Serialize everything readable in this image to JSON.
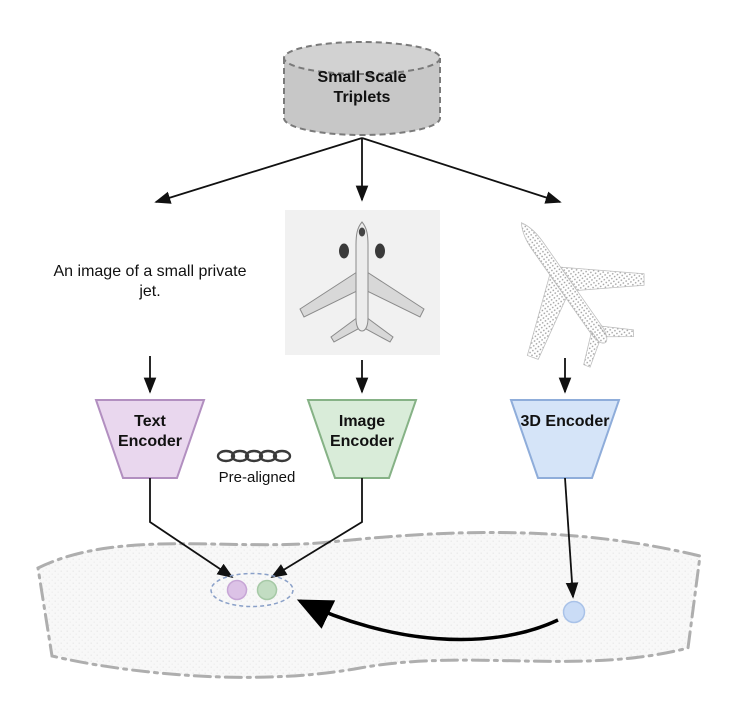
{
  "diagram": {
    "database": {
      "label": "Small Scale Triplets",
      "fill": "#c7c7c7",
      "top_fill": "#d2d2d2",
      "stroke": "#7a7a7a"
    },
    "text_sample": {
      "caption": "An image of a small private jet."
    },
    "image_sample": {
      "name": "airplane-top-view-render"
    },
    "pointcloud_sample": {
      "name": "airplane-point-cloud"
    },
    "encoders": [
      {
        "id": "text",
        "label": "Text Encoder",
        "fill": "#e9d7ee",
        "stroke": "#b28fc0"
      },
      {
        "id": "image",
        "label": "Image Encoder",
        "fill": "#d9ecd9",
        "stroke": "#86b286"
      },
      {
        "id": "3d",
        "label": "3D Encoder",
        "fill": "#d5e4f8",
        "stroke": "#8fadda"
      }
    ],
    "prealigned_label": "Pre-aligned",
    "dots": {
      "text": {
        "fill": "#dcc2e6",
        "stroke": "#c7a6d6"
      },
      "image": {
        "fill": "#c2ddc2",
        "stroke": "#a6c9a6"
      },
      "threed": {
        "fill": "#cadcf6",
        "stroke": "#a9c2e8"
      }
    }
  }
}
